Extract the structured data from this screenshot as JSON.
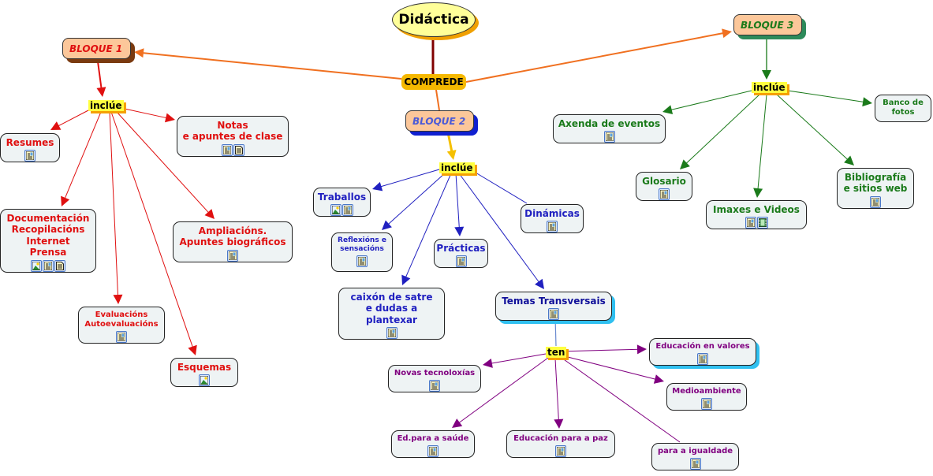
{
  "root": {
    "label": "Didáctica"
  },
  "hub_link": {
    "label": "COMPREDE"
  },
  "colors": {
    "bloque1": "#e01010",
    "bloque2": "#2020c0",
    "bloque3": "#1a7a1a",
    "temas": "#800080",
    "main_links": "#f07020",
    "bloque_fill": "#fcc79a",
    "link_label_bg": "#ffff40",
    "node_fill": "#eef3f4"
  },
  "bloques": [
    {
      "id": "b1",
      "label": "BLOQUE 1",
      "link_label": "inclúe",
      "children": [
        {
          "label": "Resumes",
          "icons": [
            "document-image-icon"
          ]
        },
        {
          "label": "Notas\ne apuntes de clase",
          "icons": [
            "document-image-icon",
            "text-document-icon"
          ]
        },
        {
          "label": "Documentación\nRecopilacións\nInternet\nPrensa",
          "icons": [
            "image-icon",
            "document-image-icon",
            "text-document-icon"
          ]
        },
        {
          "label": "Ampliacións.\nApuntes biográficos",
          "icons": [
            "document-image-icon"
          ]
        },
        {
          "label": "Evaluacións\nAutoevaluacións",
          "icons": [
            "document-image-icon"
          ]
        },
        {
          "label": "Esquemas",
          "icons": [
            "image-icon"
          ]
        }
      ]
    },
    {
      "id": "b2",
      "label": "BLOQUE 2",
      "link_label": "inclúe",
      "children": [
        {
          "label": "Traballos",
          "icons": [
            "image-icon",
            "document-image-icon"
          ]
        },
        {
          "label": "Dinámicas",
          "icons": [
            "document-image-icon"
          ]
        },
        {
          "label": "Reflexións e\nsensacións",
          "icons": [
            "document-image-icon"
          ]
        },
        {
          "label": "Prácticas",
          "icons": [
            "document-image-icon"
          ]
        },
        {
          "label": "caixón de satre\ne dudas a plantexar",
          "icons": [
            "document-image-icon"
          ]
        },
        {
          "label": "Temas Transversais",
          "icons": [
            "document-image-icon"
          ]
        }
      ]
    },
    {
      "id": "b3",
      "label": "BLOQUE 3",
      "link_label": "inclúe",
      "children": [
        {
          "label": "Axenda de eventos",
          "icons": [
            "document-image-icon"
          ]
        },
        {
          "label": "Banco de\nfotos",
          "icons": []
        },
        {
          "label": "Glosario",
          "icons": [
            "document-image-icon"
          ]
        },
        {
          "label": "Imaxes e Videos",
          "icons": [
            "document-image-icon",
            "video-icon"
          ]
        },
        {
          "label": "Bibliografía\ne sitios web",
          "icons": [
            "document-image-icon"
          ]
        }
      ]
    }
  ],
  "temas": {
    "link_label": "ten",
    "children": [
      {
        "label": "Novas tecnoloxías",
        "icons": [
          "document-image-icon"
        ]
      },
      {
        "label": "Educación en valores",
        "icons": [
          "document-image-icon"
        ]
      },
      {
        "label": "Medioambiente",
        "icons": [
          "document-image-icon"
        ]
      },
      {
        "label": "Ed.para a saúde",
        "icons": [
          "document-image-icon"
        ]
      },
      {
        "label": "Educación para a paz",
        "icons": [
          "document-image-icon"
        ]
      },
      {
        "label": "para a igualdade",
        "icons": [
          "document-image-icon"
        ]
      }
    ]
  }
}
